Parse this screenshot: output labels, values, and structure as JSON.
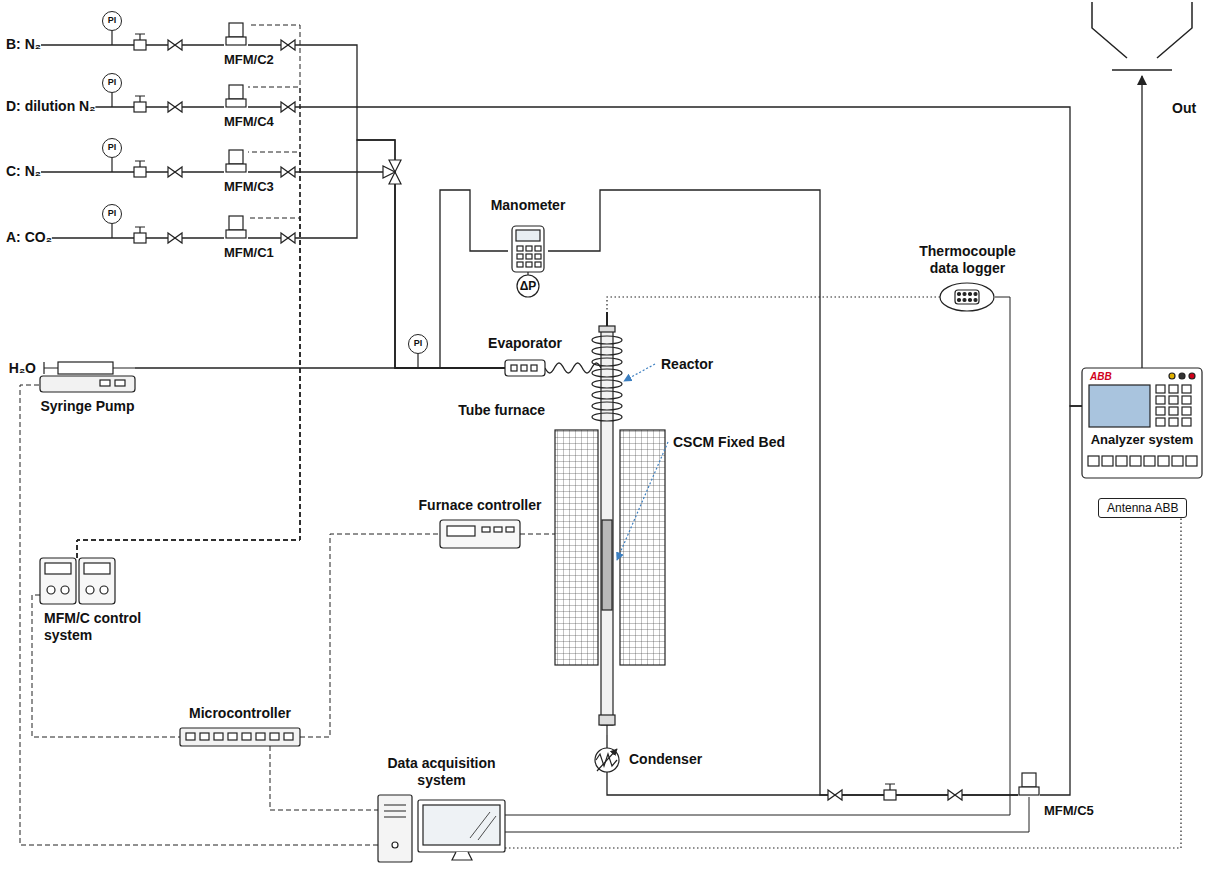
{
  "diagram": {
    "nodes": [
      {
        "text": [
          "B: N₂"
        ]
      },
      {
        "text": [
          "D: dilution N₂"
        ]
      },
      {
        "text": [
          "C: N₂"
        ]
      },
      {
        "text": [
          "A: CO₂"
        ]
      },
      {
        "text": [
          "MFM/C2"
        ]
      },
      {
        "text": [
          "MFM/C4"
        ]
      },
      {
        "text": [
          "MFM/C3"
        ]
      },
      {
        "text": [
          "MFM/C1"
        ]
      },
      {
        "text": [
          "Manometer",
          "ΔP"
        ]
      },
      {
        "text": [
          "Thermocouple data logger"
        ]
      },
      {
        "text": [
          "Out"
        ]
      },
      {
        "text": [
          "H₂O",
          "Syringe Pump"
        ]
      },
      {
        "text": [
          "Evaporator"
        ]
      },
      {
        "text": [
          "Reactor",
          "CSCM Fixed Bed"
        ]
      },
      {
        "text": [
          "Tube furnace"
        ]
      },
      {
        "text": [
          "Furnace controller"
        ]
      },
      {
        "text": [
          "ABB",
          "Analyzer system"
        ]
      },
      {
        "text": [
          "Antenna ABB"
        ]
      },
      {
        "text": [
          "MFM/C control system"
        ]
      },
      {
        "text": [
          "Microcontroller"
        ]
      },
      {
        "text": [
          "Data acquisition system"
        ]
      },
      {
        "text": [
          "Condenser"
        ]
      },
      {
        "text": [
          "MFM/C5"
        ]
      },
      {
        "text": [
          "PI"
        ]
      },
      {
        "text": [
          "PI"
        ]
      },
      {
        "text": [
          "PI"
        ]
      },
      {
        "text": [
          "PI"
        ]
      },
      {
        "text": [
          "PI"
        ]
      }
    ],
    "edges": [
      {
        "from": 0,
        "to": 4,
        "arrow": "none"
      },
      {
        "from": 1,
        "to": 5,
        "arrow": "none"
      },
      {
        "from": 2,
        "to": 6,
        "arrow": "none"
      },
      {
        "from": 3,
        "to": 7,
        "arrow": "none"
      },
      {
        "from": 4,
        "to": 12,
        "arrow": "none"
      },
      {
        "from": 7,
        "to": 12,
        "arrow": "none"
      },
      {
        "from": 6,
        "to": 12,
        "arrow": "none"
      },
      {
        "from": 5,
        "to": 16,
        "arrow": "none"
      },
      {
        "from": 11,
        "to": 12,
        "arrow": "none"
      },
      {
        "from": 12,
        "to": 13,
        "arrow": "none"
      },
      {
        "from": 13,
        "to": 21,
        "arrow": "none"
      },
      {
        "from": 21,
        "to": 22,
        "arrow": "none"
      },
      {
        "from": 22,
        "to": 16,
        "arrow": "none"
      },
      {
        "from": 16,
        "to": 10,
        "arrow": "to"
      },
      {
        "from": 8,
        "to": 12,
        "arrow": "none"
      },
      {
        "from": 8,
        "to": 22,
        "arrow": "none"
      },
      {
        "from": 18,
        "to": 4,
        "arrow": "none"
      },
      {
        "from": 18,
        "to": 5,
        "arrow": "none"
      },
      {
        "from": 18,
        "to": 6,
        "arrow": "none"
      },
      {
        "from": 18,
        "to": 7,
        "arrow": "none"
      },
      {
        "from": 18,
        "to": 19,
        "arrow": "none"
      },
      {
        "from": 19,
        "to": 15,
        "arrow": "none"
      },
      {
        "from": 15,
        "to": 14,
        "arrow": "none"
      },
      {
        "from": 19,
        "to": 20,
        "arrow": "none"
      },
      {
        "from": 20,
        "to": 11,
        "arrow": "none"
      },
      {
        "from": 20,
        "to": 9,
        "arrow": "none"
      },
      {
        "from": 9,
        "to": 13,
        "arrow": "none"
      },
      {
        "from": 20,
        "to": 22,
        "arrow": "none"
      },
      {
        "from": 20,
        "to": 17,
        "arrow": "none"
      }
    ]
  }
}
